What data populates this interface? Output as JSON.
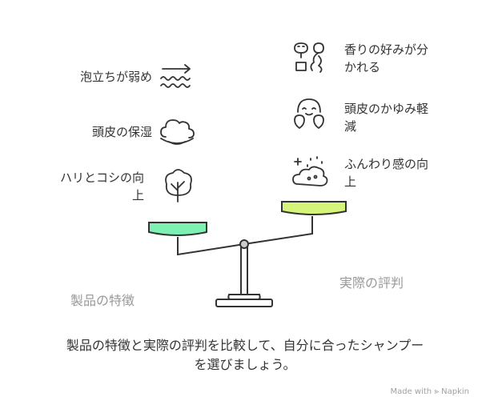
{
  "left": {
    "title": "製品の特徴",
    "items": [
      {
        "label": "泡立ちが弱め",
        "icon": "foam-waves-icon"
      },
      {
        "label": "頭皮の保湿",
        "icon": "cloud-moisture-icon"
      },
      {
        "label_line1": "ハリとコシの向",
        "label_line2": "上",
        "icon": "tree-icon"
      }
    ]
  },
  "right": {
    "title": "実際の評判",
    "items": [
      {
        "label_line1": "香りの好みが分",
        "label_line2": "かれる",
        "icon": "scent-preference-icon"
      },
      {
        "label_line1": "頭皮のかゆみ軽",
        "label_line2": "減",
        "icon": "relief-face-icon"
      },
      {
        "label_line1": "ふんわり感の向",
        "label_line2": "上",
        "icon": "sparkle-cloud-icon"
      }
    ]
  },
  "caption_line1": "製品の特徴と実際の評判を比較して、自分に合ったシャンプー",
  "caption_line2": "を選びましょう。",
  "footer": "Made with ⪢ Napkin",
  "colors": {
    "left_pan": "#7ff0b4",
    "right_pan": "#d4f57a",
    "outline": "#333333",
    "muted_text": "#999999"
  }
}
